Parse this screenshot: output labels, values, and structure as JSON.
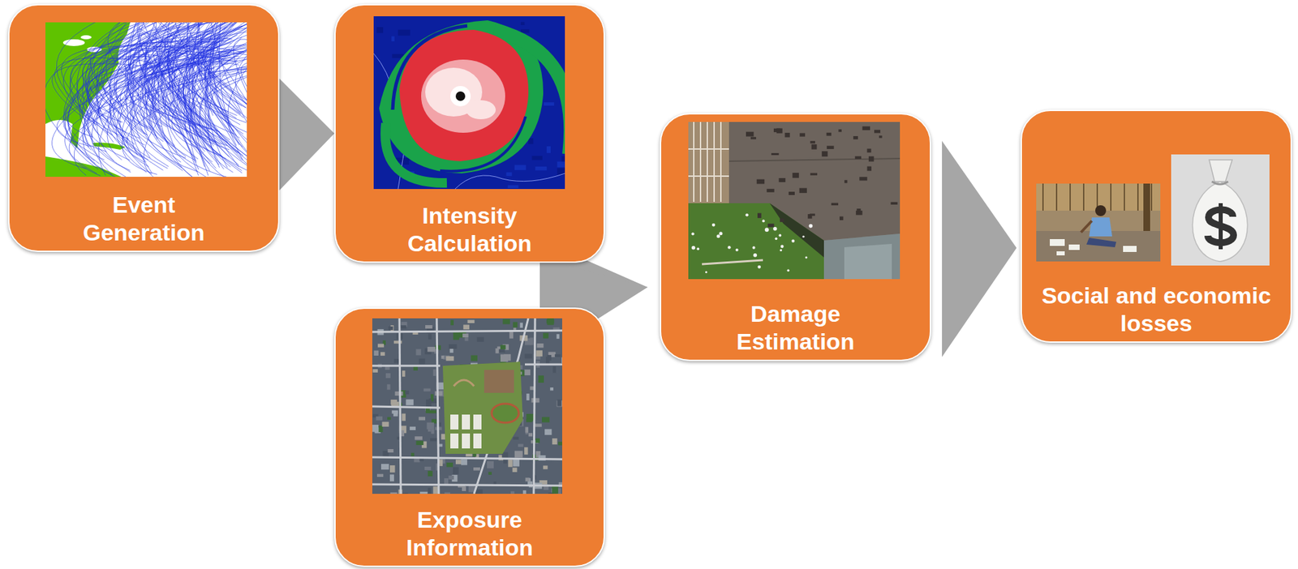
{
  "diagram": {
    "nodes": [
      {
        "text": [
          "Event Generation"
        ]
      },
      {
        "text": [
          "Intensity Calculation"
        ]
      },
      {
        "text": [
          "Exposure Information"
        ]
      },
      {
        "text": [
          "Damage Estimation"
        ]
      },
      {
        "text": [
          "Social and economic losses"
        ]
      }
    ],
    "edges": [
      {
        "from": 0,
        "to": 1,
        "arrow": "to"
      },
      {
        "from": 1,
        "to": 3,
        "arrow": "to"
      },
      {
        "from": 2,
        "to": 3,
        "arrow": "to"
      },
      {
        "from": 3,
        "to": 4,
        "arrow": "to"
      }
    ]
  }
}
